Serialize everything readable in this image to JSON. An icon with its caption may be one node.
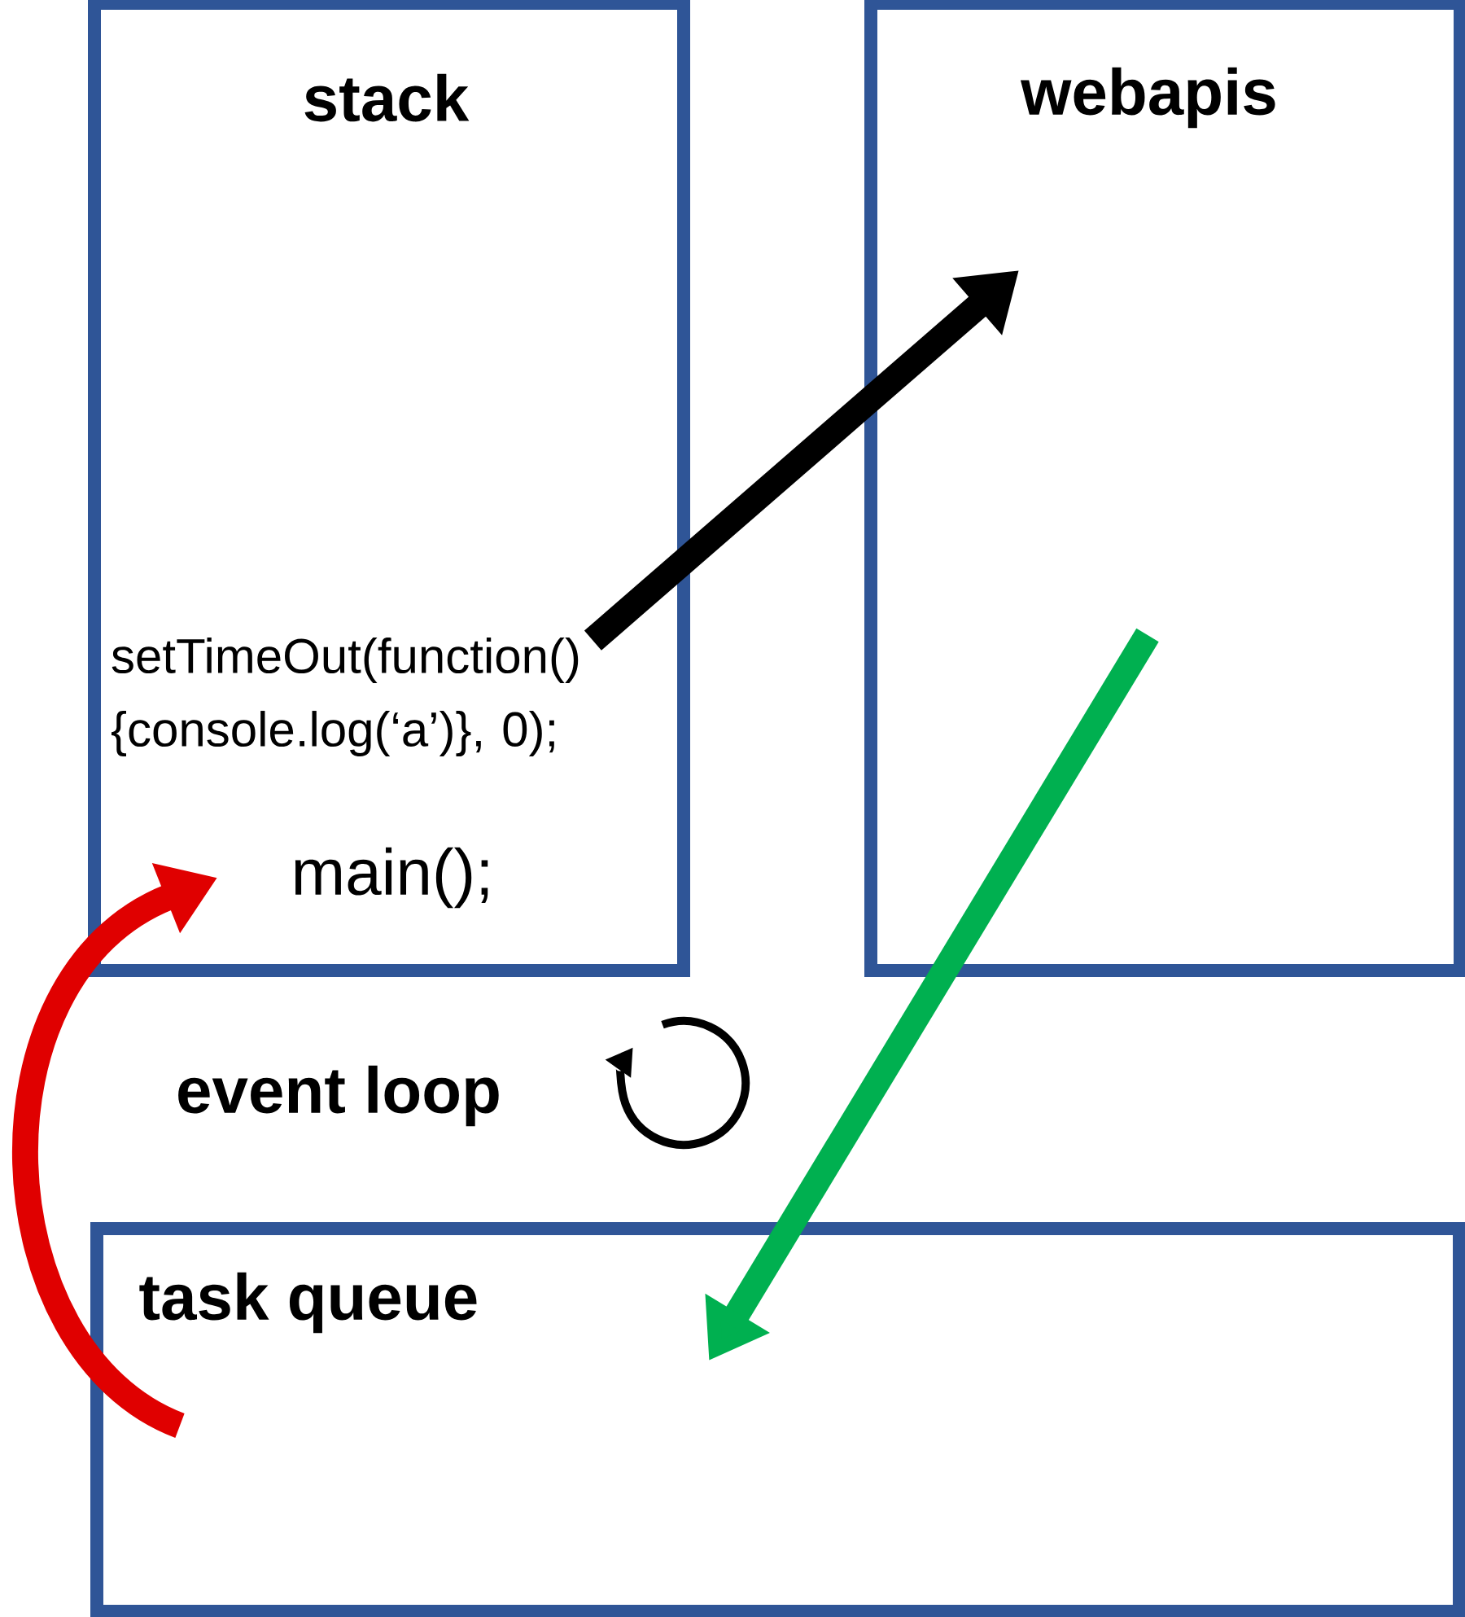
{
  "diagram": {
    "nodes": [
      {
        "text": [
          "stack"
        ]
      },
      {
        "text": [
          "setTimeOut(function() {console.log(‘a’)}, 0);"
        ],
        "in": 0
      },
      {
        "text": [
          "main();"
        ],
        "in": 0
      },
      {
        "text": [
          "webapis"
        ]
      },
      {
        "text": [
          "task queue"
        ]
      }
    ],
    "edges": [
      {
        "from": 1,
        "to": 3,
        "arrow": "to",
        "color": "#000000"
      },
      {
        "from": 3,
        "to": 4,
        "arrow": "to",
        "color": "#00b050"
      },
      {
        "from": 4,
        "to": 2,
        "arrow": "to",
        "color": "#e00000"
      }
    ],
    "labels": [
      "event loop"
    ]
  }
}
